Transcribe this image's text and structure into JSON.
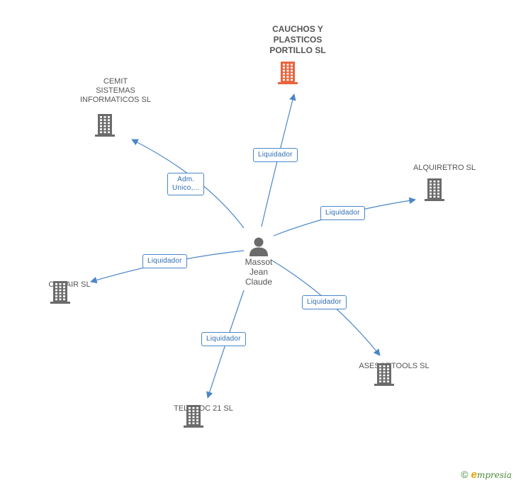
{
  "person": {
    "label": "Massot\nJean\nClaude",
    "icon": "person-icon"
  },
  "companies": [
    {
      "id": "cauchos",
      "label": "CAUCHOS Y\nPLASTICOS\nPORTILLO SL",
      "highlight": true
    },
    {
      "id": "cemit",
      "label": "CEMIT\nSISTEMAS\nINFORMATICOS SL",
      "highlight": false
    },
    {
      "id": "alquiretro",
      "label": "ALQUIRETRO SL",
      "highlight": false
    },
    {
      "id": "camair",
      "label": "CAMAIR SL",
      "highlight": false
    },
    {
      "id": "asesortools",
      "label": "ASESORTOOLS SL",
      "highlight": false
    },
    {
      "id": "teledoc",
      "label": "TELEDOC 21 SL",
      "highlight": false
    }
  ],
  "relations": [
    {
      "to": "cauchos",
      "role": "Liquidador"
    },
    {
      "to": "cemit",
      "role": "Adm.\nUnico,..."
    },
    {
      "to": "alquiretro",
      "role": "Liquidador"
    },
    {
      "to": "camair",
      "role": "Liquidador"
    },
    {
      "to": "asesortools",
      "role": "Liquidador"
    },
    {
      "to": "teledoc",
      "role": "Liquidador"
    }
  ],
  "colors": {
    "highlight": "#e8643c",
    "building": "#6b6b6b",
    "edge": "#4a86c8",
    "person": "#6b6b6b"
  },
  "footer": {
    "copyright": "©",
    "brand_initial": "e",
    "brand_rest": "mpresia"
  }
}
